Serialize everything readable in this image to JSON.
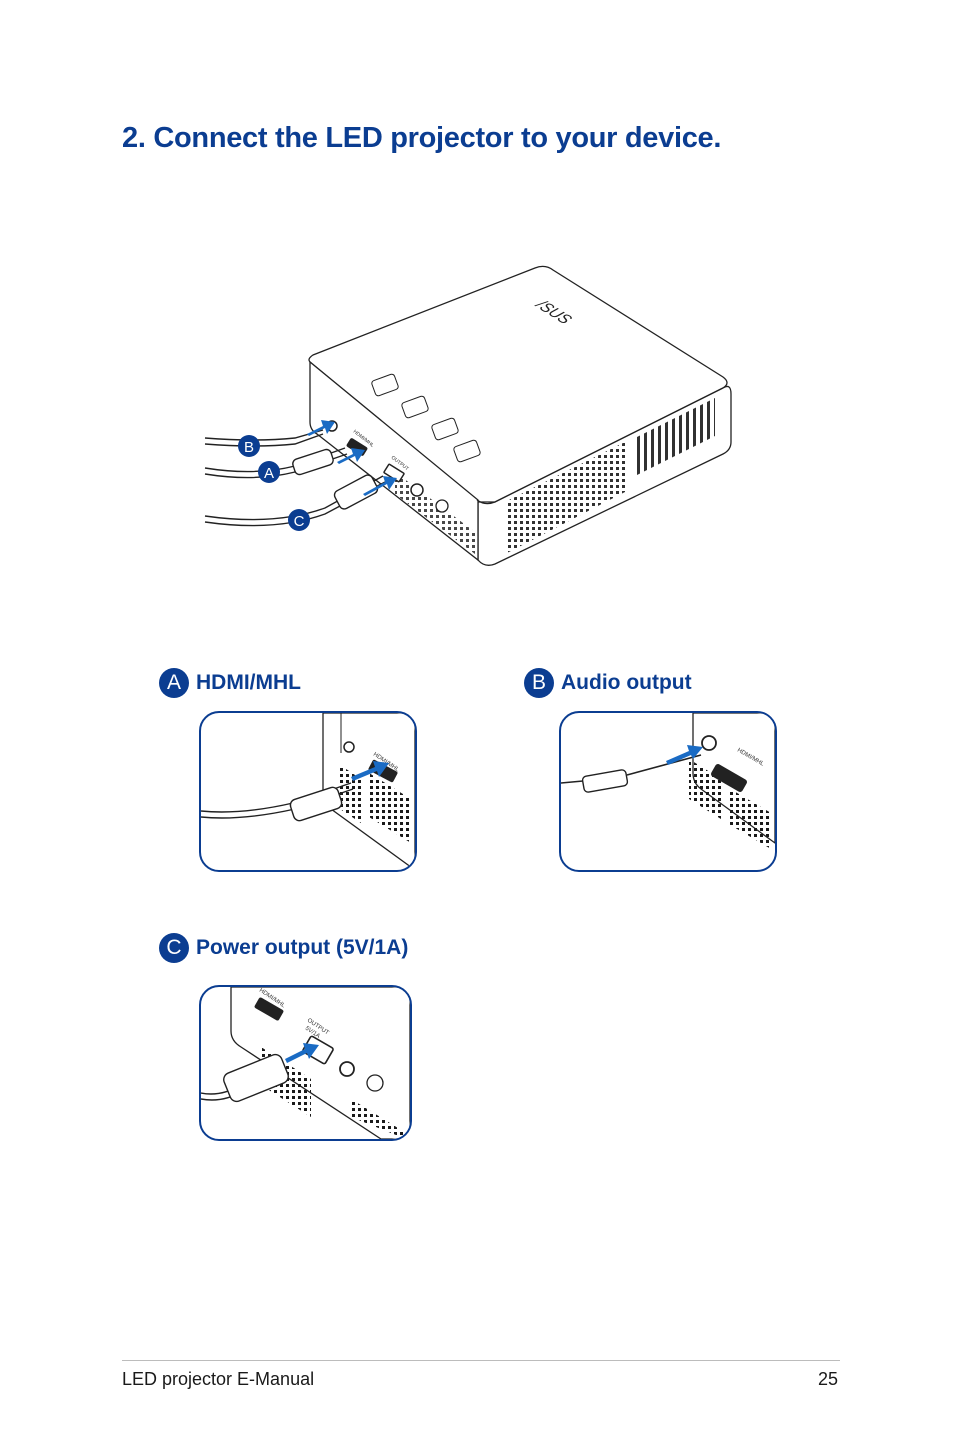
{
  "page": {
    "title": "2. Connect the LED projector to your device.",
    "accent_color": "#0b3d91"
  },
  "figure": {
    "logo": "/SUS",
    "callouts": [
      {
        "letter": "B",
        "name": "audio-cable-callout"
      },
      {
        "letter": "A",
        "name": "hdmi-cable-callout"
      },
      {
        "letter": "C",
        "name": "usb-cable-callout"
      }
    ],
    "port_labels": {
      "hdmi": "HDMI/MHL",
      "output": "OUTPUT",
      "output_rating": "5V/1A"
    }
  },
  "details": [
    {
      "letter": "A",
      "label": "HDMI/MHL"
    },
    {
      "letter": "B",
      "label": "Audio output"
    },
    {
      "letter": "C",
      "label": "Power output (5V/1A)"
    }
  ],
  "footer": {
    "manual_name": "LED projector E-Manual",
    "page_number": "25"
  }
}
